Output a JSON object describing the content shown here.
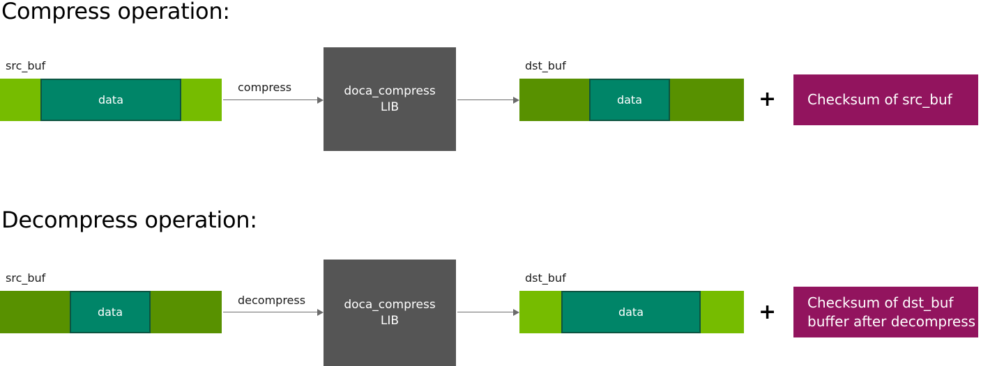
{
  "diagram": {
    "title_compress": "Compress operation:",
    "title_decompress": "Decompress operation:",
    "labels": {
      "src_buf": "src_buf",
      "dst_buf": "dst_buf",
      "data": "data",
      "plus": "+"
    },
    "colors": {
      "bright_green": "#76BC00",
      "olive_green": "#589100",
      "teal": "#008568",
      "teal_border": "#0C5440",
      "gray_box": "#555555",
      "magenta": "#92145E",
      "arrow": "#6B6B6B",
      "text_dark": "#1A1A1A",
      "text_light": "#FFFFFF",
      "background": "#FFFFFF"
    },
    "compress": {
      "src_caption": "src_buf",
      "src_fill": "bright-green",
      "src_data_label": "data",
      "arrow_in_label": "compress",
      "lib_line1": "doca_compress",
      "lib_line2": "LIB",
      "dst_caption": "dst_buf",
      "dst_fill": "olive-green",
      "dst_data_label": "data",
      "plus": "+",
      "checksum_line1": "Checksum of src_buf"
    },
    "decompress": {
      "src_caption": "src_buf",
      "src_fill": "olive-green",
      "src_data_label": "data",
      "arrow_in_label": "decompress",
      "lib_line1": "doca_compress",
      "lib_line2": "LIB",
      "dst_caption": "dst_buf",
      "dst_fill": "bright-green",
      "dst_data_label": "data",
      "plus": "+",
      "checksum_line1": "Checksum of dst_buf",
      "checksum_line2": "buffer after decompress"
    }
  }
}
